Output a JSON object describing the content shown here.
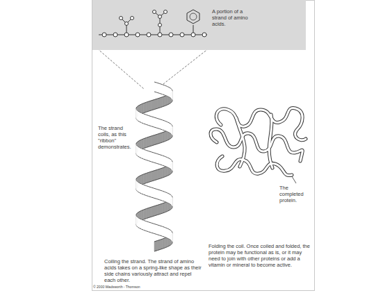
{
  "diagram": {
    "nodes": [
      {
        "text": [
          "A portion of a strand of amino acids."
        ]
      }
    ],
    "labels": [
      "The strand coils, as this \"ribbon\" demonstrates.",
      "The completed protein.",
      "Coiling the strand. The strand of amino acids takes on a spring-like shape as their side chains variously attract and repel each other.",
      "Folding the coil. Once coiled and folded, the protein may be functional as is, or it may need to join with other proteins or add a vitamin or mineral to become active.",
      "© 2000 Wadsworth - Thomson"
    ]
  }
}
